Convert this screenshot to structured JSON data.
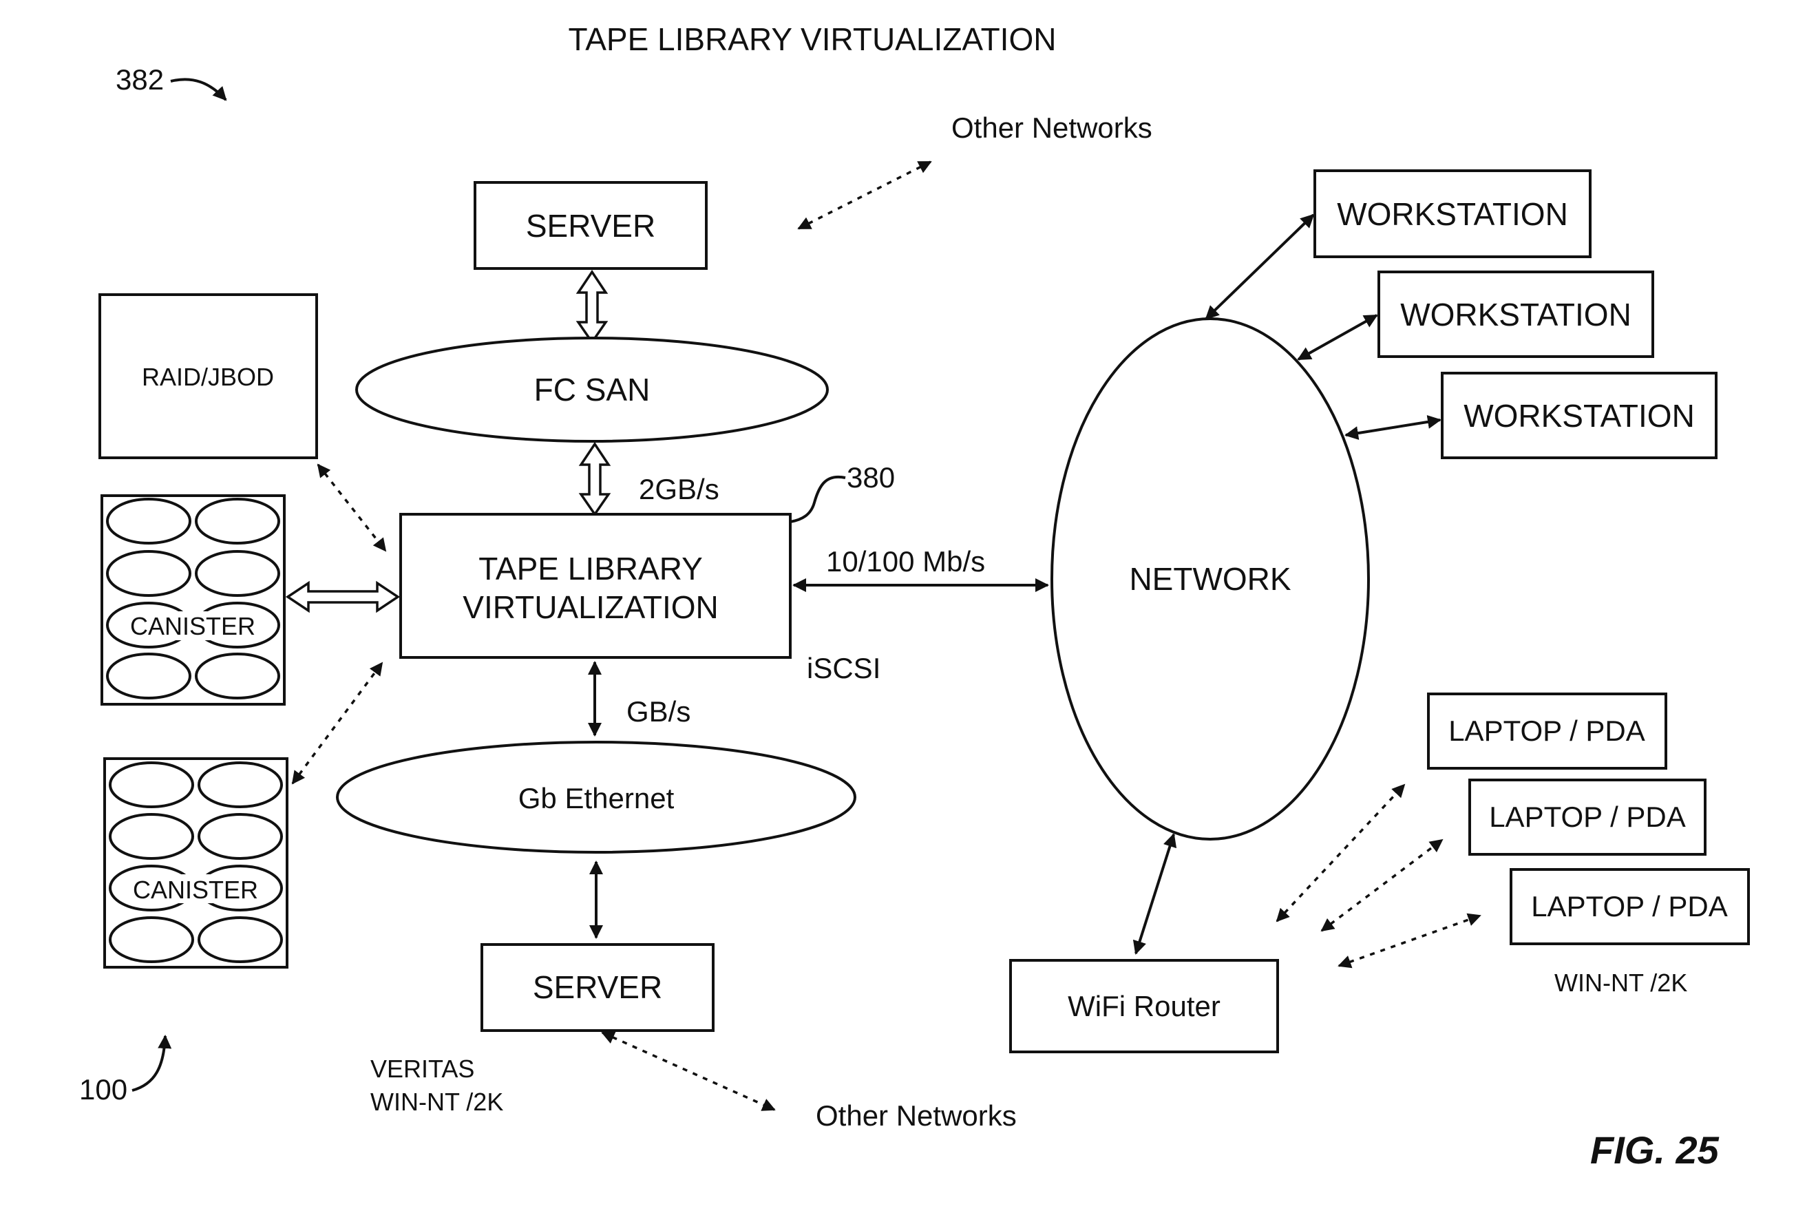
{
  "title": "TAPE LIBRARY VIRTUALIZATION",
  "figure_label": "FIG. 25",
  "refs": {
    "system": "382",
    "appliance": "380",
    "storage": "100"
  },
  "nodes": {
    "server_top": "SERVER",
    "server_bottom": "SERVER",
    "fc_san": "FC SAN",
    "gb_ethernet": "Gb Ethernet",
    "tape_library_line1": "TAPE LIBRARY",
    "tape_library_line2": "VIRTUALIZATION",
    "raid_jbod": "RAID/JBOD",
    "canister_1": "CANISTER",
    "canister_2": "CANISTER",
    "network": "NETWORK",
    "workstation_1": "WORKSTATION",
    "workstation_2": "WORKSTATION",
    "workstation_3": "WORKSTATION",
    "laptop_1": "LAPTOP / PDA",
    "laptop_2": "LAPTOP / PDA",
    "laptop_3": "LAPTOP / PDA",
    "wifi_router": "WiFi Router"
  },
  "links": {
    "speed_fc": "2GB/s",
    "speed_network": "10/100 Mb/s",
    "protocol_network": "iSCSI",
    "speed_ethernet": "GB/s",
    "other_networks_top": "Other Networks",
    "other_networks_bottom": "Other Networks"
  },
  "notes": {
    "server_os_line1": "VERITAS",
    "server_os_line2": "WIN-NT /2K",
    "laptop_os": "WIN-NT /2K"
  }
}
